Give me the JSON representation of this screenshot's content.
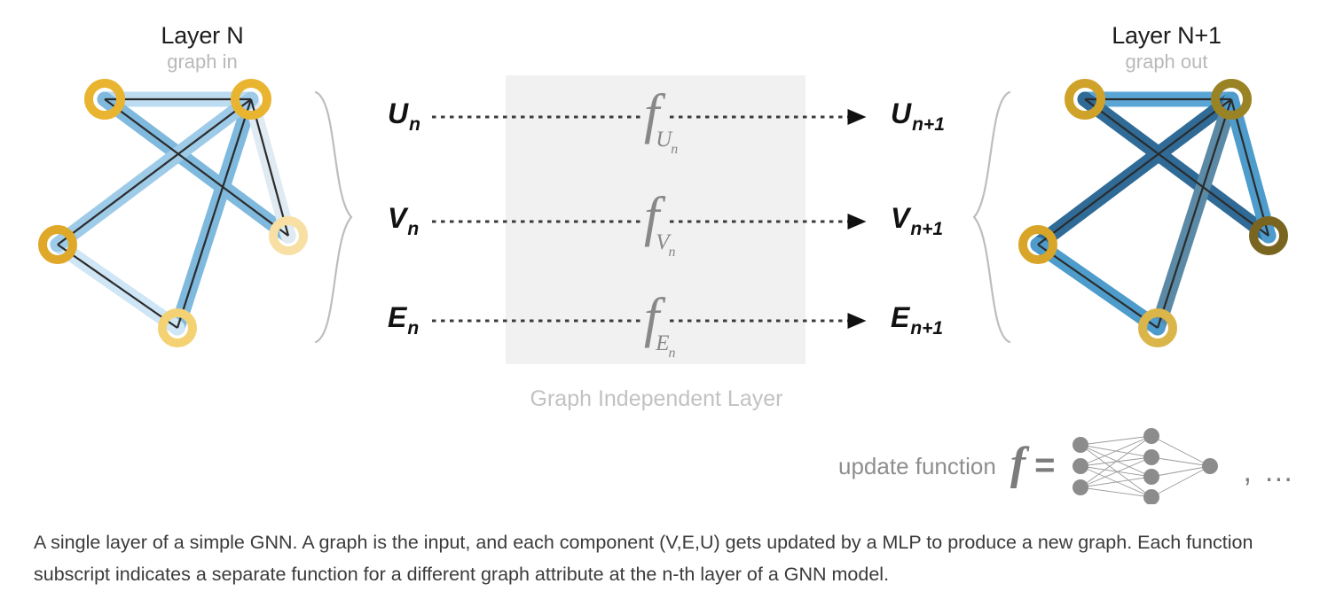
{
  "panels": {
    "left": {
      "title": "Layer N",
      "subtitle": "graph in"
    },
    "right": {
      "title": "Layer N+1",
      "subtitle": "graph out"
    }
  },
  "center": {
    "box_label": "Graph Independent Layer",
    "inputs": [
      {
        "name": "global-input",
        "base": "U",
        "sub": "n"
      },
      {
        "name": "vertex-input",
        "base": "V",
        "sub": "n"
      },
      {
        "name": "edge-input",
        "base": "E",
        "sub": "n"
      }
    ],
    "functions": [
      {
        "name": "function-global",
        "glyph": "f",
        "sub": "U",
        "subsub": "n"
      },
      {
        "name": "function-vertex",
        "glyph": "f",
        "sub": "V",
        "subsub": "n"
      },
      {
        "name": "function-edge",
        "glyph": "f",
        "sub": "E",
        "subsub": "n"
      }
    ],
    "outputs": [
      {
        "name": "global-output",
        "base": "U",
        "sub": "n+1"
      },
      {
        "name": "vertex-output",
        "base": "V",
        "sub": "n+1"
      },
      {
        "name": "edge-output",
        "base": "E",
        "sub": "n+1"
      }
    ]
  },
  "update_function": {
    "label": "update function",
    "f_glyph": "f",
    "equals": "=",
    "tail": ", …",
    "mlp": {
      "input_nodes": 3,
      "hidden_nodes": 4,
      "output_nodes": 1
    }
  },
  "caption": "A single layer of a simple GNN. A graph is the input, and each component (V,E,U) gets updated by a MLP to produce a new graph. Each function subscript indicates a separate function for a different graph attribute at the n-th layer of a GNN model.",
  "colors": {
    "node_gold": "#e9b42f",
    "node_pale_gold": "#f8e0a4",
    "node_dark_gold": "#9a8324",
    "node_olive": "#7a6520",
    "edge_light_blue": "#bcdcf2",
    "edge_mid_blue": "#8cc2e3",
    "edge_steel_blue": "#6aa9cf",
    "edge_deep_blue": "#2f6b96",
    "edge_slate_blue": "#5b8aa6",
    "edge_dark_line": "#2b2b2b",
    "gray_box": "#f1f1f1",
    "gray_text": "#c2c2c2",
    "caption_text": "#3b3b3b",
    "mlp_gray": "#8c8c8c"
  },
  "graph_data": {
    "nodes": [
      "a",
      "b",
      "c",
      "d",
      "e"
    ],
    "edges": [
      [
        "a",
        "b"
      ],
      [
        "a",
        "d"
      ],
      [
        "b",
        "c"
      ],
      [
        "b",
        "d"
      ],
      [
        "b",
        "e"
      ],
      [
        "c",
        "e"
      ],
      [
        "c",
        "d"
      ],
      [
        "d",
        "e"
      ]
    ]
  }
}
